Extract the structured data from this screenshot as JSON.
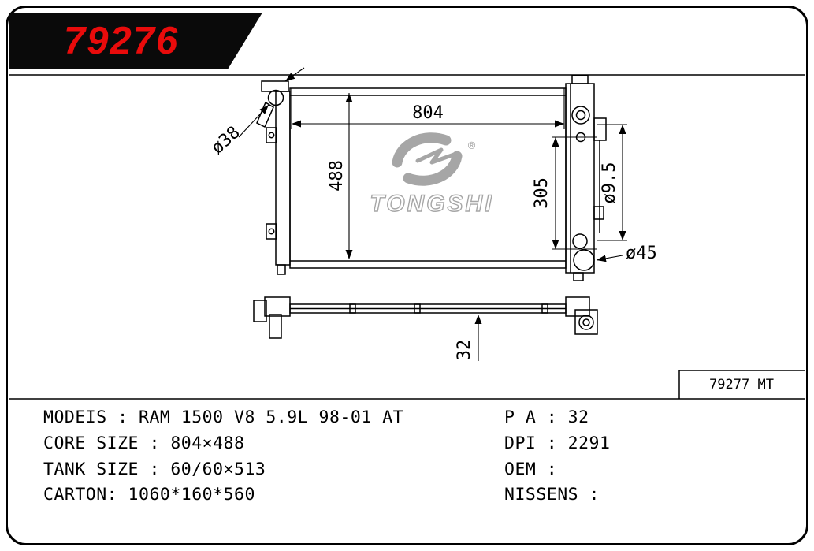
{
  "banner": {
    "part_number": "79276"
  },
  "drawing": {
    "dimensions": {
      "width": "804",
      "height": "488",
      "port_span": "305",
      "filler_dia": "ø38",
      "small_dia": "ø9.5",
      "outlet_dia": "ø45",
      "thickness": "32"
    },
    "ref_code": "79277 MT",
    "logo": {
      "text": "TONGSHI",
      "registered": "®"
    }
  },
  "specs": {
    "left": [
      "MODEIS : RAM 1500 V8 5.9L 98-01 AT",
      "CORE SIZE : 804×488",
      "TANK SIZE : 60/60×513",
      "CARTON: 1060*160*560"
    ],
    "right": [
      "P A : 32",
      "DPI : 2291",
      "OEM :",
      "NISSENS :"
    ]
  },
  "colors": {
    "accent_red": "#e90b0b",
    "logo_gray": "#9d9d9d",
    "line_black": "#000000"
  }
}
